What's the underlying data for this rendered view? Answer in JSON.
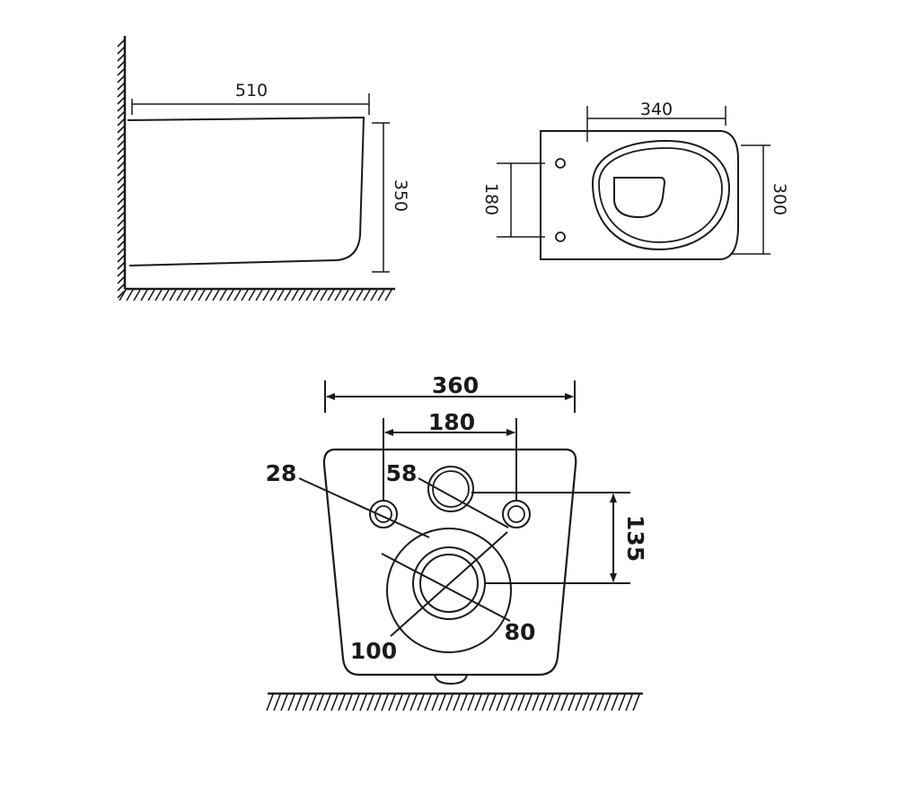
{
  "side_view": {
    "dimensions": {
      "length": "510",
      "height": "350"
    }
  },
  "top_view": {
    "dimensions": {
      "width": "340",
      "depth": "300",
      "fixing_spacing": "180"
    }
  },
  "back_view": {
    "dimensions": {
      "overall_width": "360",
      "bolt_spacing": "180",
      "bolt_hole": "28",
      "inlet": "58",
      "height_offset": "135",
      "outlet_outer": "100",
      "outlet_inner": "80"
    }
  }
}
